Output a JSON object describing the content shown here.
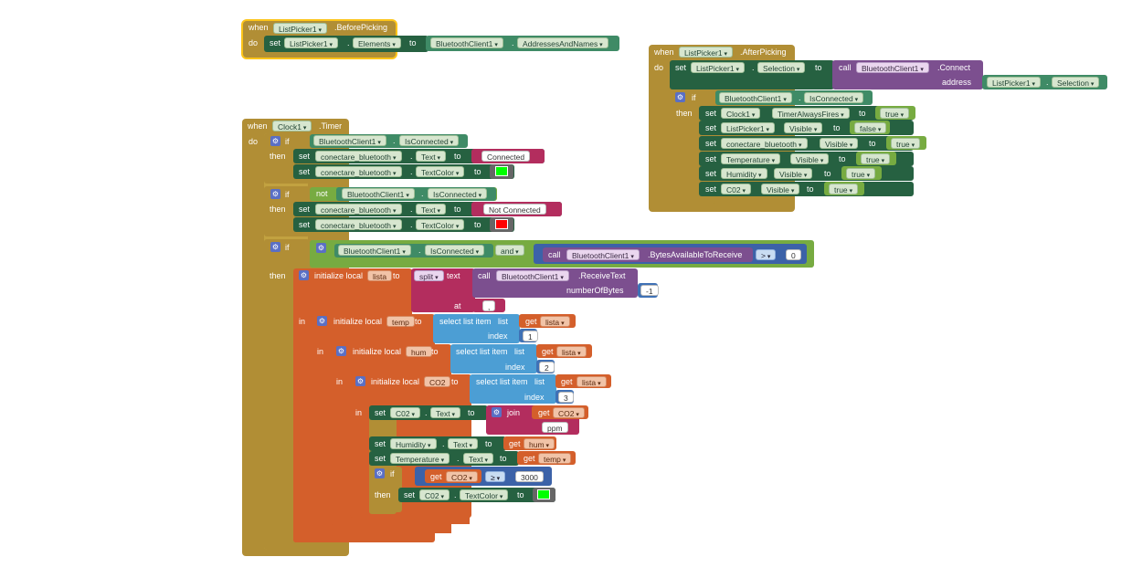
{
  "kw": {
    "when": "when",
    "do": "do",
    "set": "set",
    "to": "to",
    "call": "call",
    "if": "if",
    "then": "then",
    "not": "not",
    "and": "and",
    "in": "in",
    "get": "get",
    "at": "at",
    "index": "index",
    "address": "address",
    "dot": ".",
    "init_local": "initialize local",
    "select": "select list item",
    "list": "list",
    "text_kw": "text",
    "split": "split",
    "join": "join",
    "q": "\"",
    "quote_open": "\"",
    "quote_close": "\"",
    "numberOfBytes": "numberOfBytes"
  },
  "b1": {
    "comp": "ListPicker1",
    "event": ".BeforePicking",
    "target": "ListPicker1",
    "prop": "Elements",
    "src": "BluetoothClient1",
    "src_prop": "AddressesAndNames"
  },
  "b2": {
    "comp": "ListPicker1",
    "event": ".AfterPicking",
    "target": "ListPicker1",
    "prop": "Selection",
    "method_comp": "BluetoothClient1",
    "method": ".Connect",
    "arg_comp": "ListPicker1",
    "arg_prop": "Selection",
    "if_comp": "BluetoothClient1",
    "if_prop": "IsConnected",
    "sets": [
      {
        "comp": "Clock1",
        "prop": "TimerAlwaysFires",
        "val": "true"
      },
      {
        "comp": "ListPicker1",
        "prop": "Visible",
        "val": "false"
      },
      {
        "comp": "conectare_bluetooth",
        "prop": "Visible",
        "val": "true"
      },
      {
        "comp": "Temperature",
        "prop": "Visible",
        "val": "true"
      },
      {
        "comp": "Humidity",
        "prop": "Visible",
        "val": "true"
      },
      {
        "comp": "C02",
        "prop": "Visible",
        "val": "true"
      }
    ]
  },
  "b3": {
    "comp": "Clock1",
    "event": ".Timer",
    "if1": {
      "comp": "BluetoothClient1",
      "prop": "IsConnected",
      "s1_comp": "conectare_bluetooth",
      "s1_prop": "Text",
      "s1_val": "Connected",
      "s2_comp": "conectare_bluetooth",
      "s2_prop": "TextColor"
    },
    "if2": {
      "comp": "BluetoothClient1",
      "prop": "IsConnected",
      "s1_comp": "conectare_bluetooth",
      "s1_prop": "Text",
      "s1_val": "Not Connected",
      "s2_comp": "conectare_bluetooth",
      "s2_prop": "TextColor"
    },
    "if3": {
      "comp": "BluetoothClient1",
      "prop": "IsConnected",
      "call_comp": "BluetoothClient1",
      "call_method": ".BytesAvailableToReceive",
      "op": ">",
      "val": "0"
    },
    "lista": {
      "name": "lista",
      "call_comp": "BluetoothClient1",
      "call_method": ".ReceiveText",
      "nbytes": "-1",
      "sep": ","
    },
    "temp": {
      "name": "temp",
      "list": "lista",
      "index": "1"
    },
    "hum": {
      "name": "hum",
      "list": "lista",
      "index": "2"
    },
    "co2": {
      "name": "CO2",
      "list": "lista",
      "index": "3"
    },
    "set_c02": {
      "comp": "C02",
      "prop": "Text",
      "get": "CO2",
      "unit": " ppm "
    },
    "set_hum": {
      "comp": "Humidity",
      "prop": "Text",
      "get": "hum"
    },
    "set_temp": {
      "comp": "Temperature",
      "prop": "Text",
      "get": "temp"
    },
    "cmp": {
      "get": "CO2",
      "op": "≥",
      "val": "3000"
    },
    "set_color": {
      "comp": "C02",
      "prop": "TextColor"
    }
  },
  "colors": {
    "green": "#00ff00",
    "red": "#ff0000"
  },
  "icons": {
    "gear": "gear-icon",
    "dropdown": "chevron-down-icon"
  }
}
